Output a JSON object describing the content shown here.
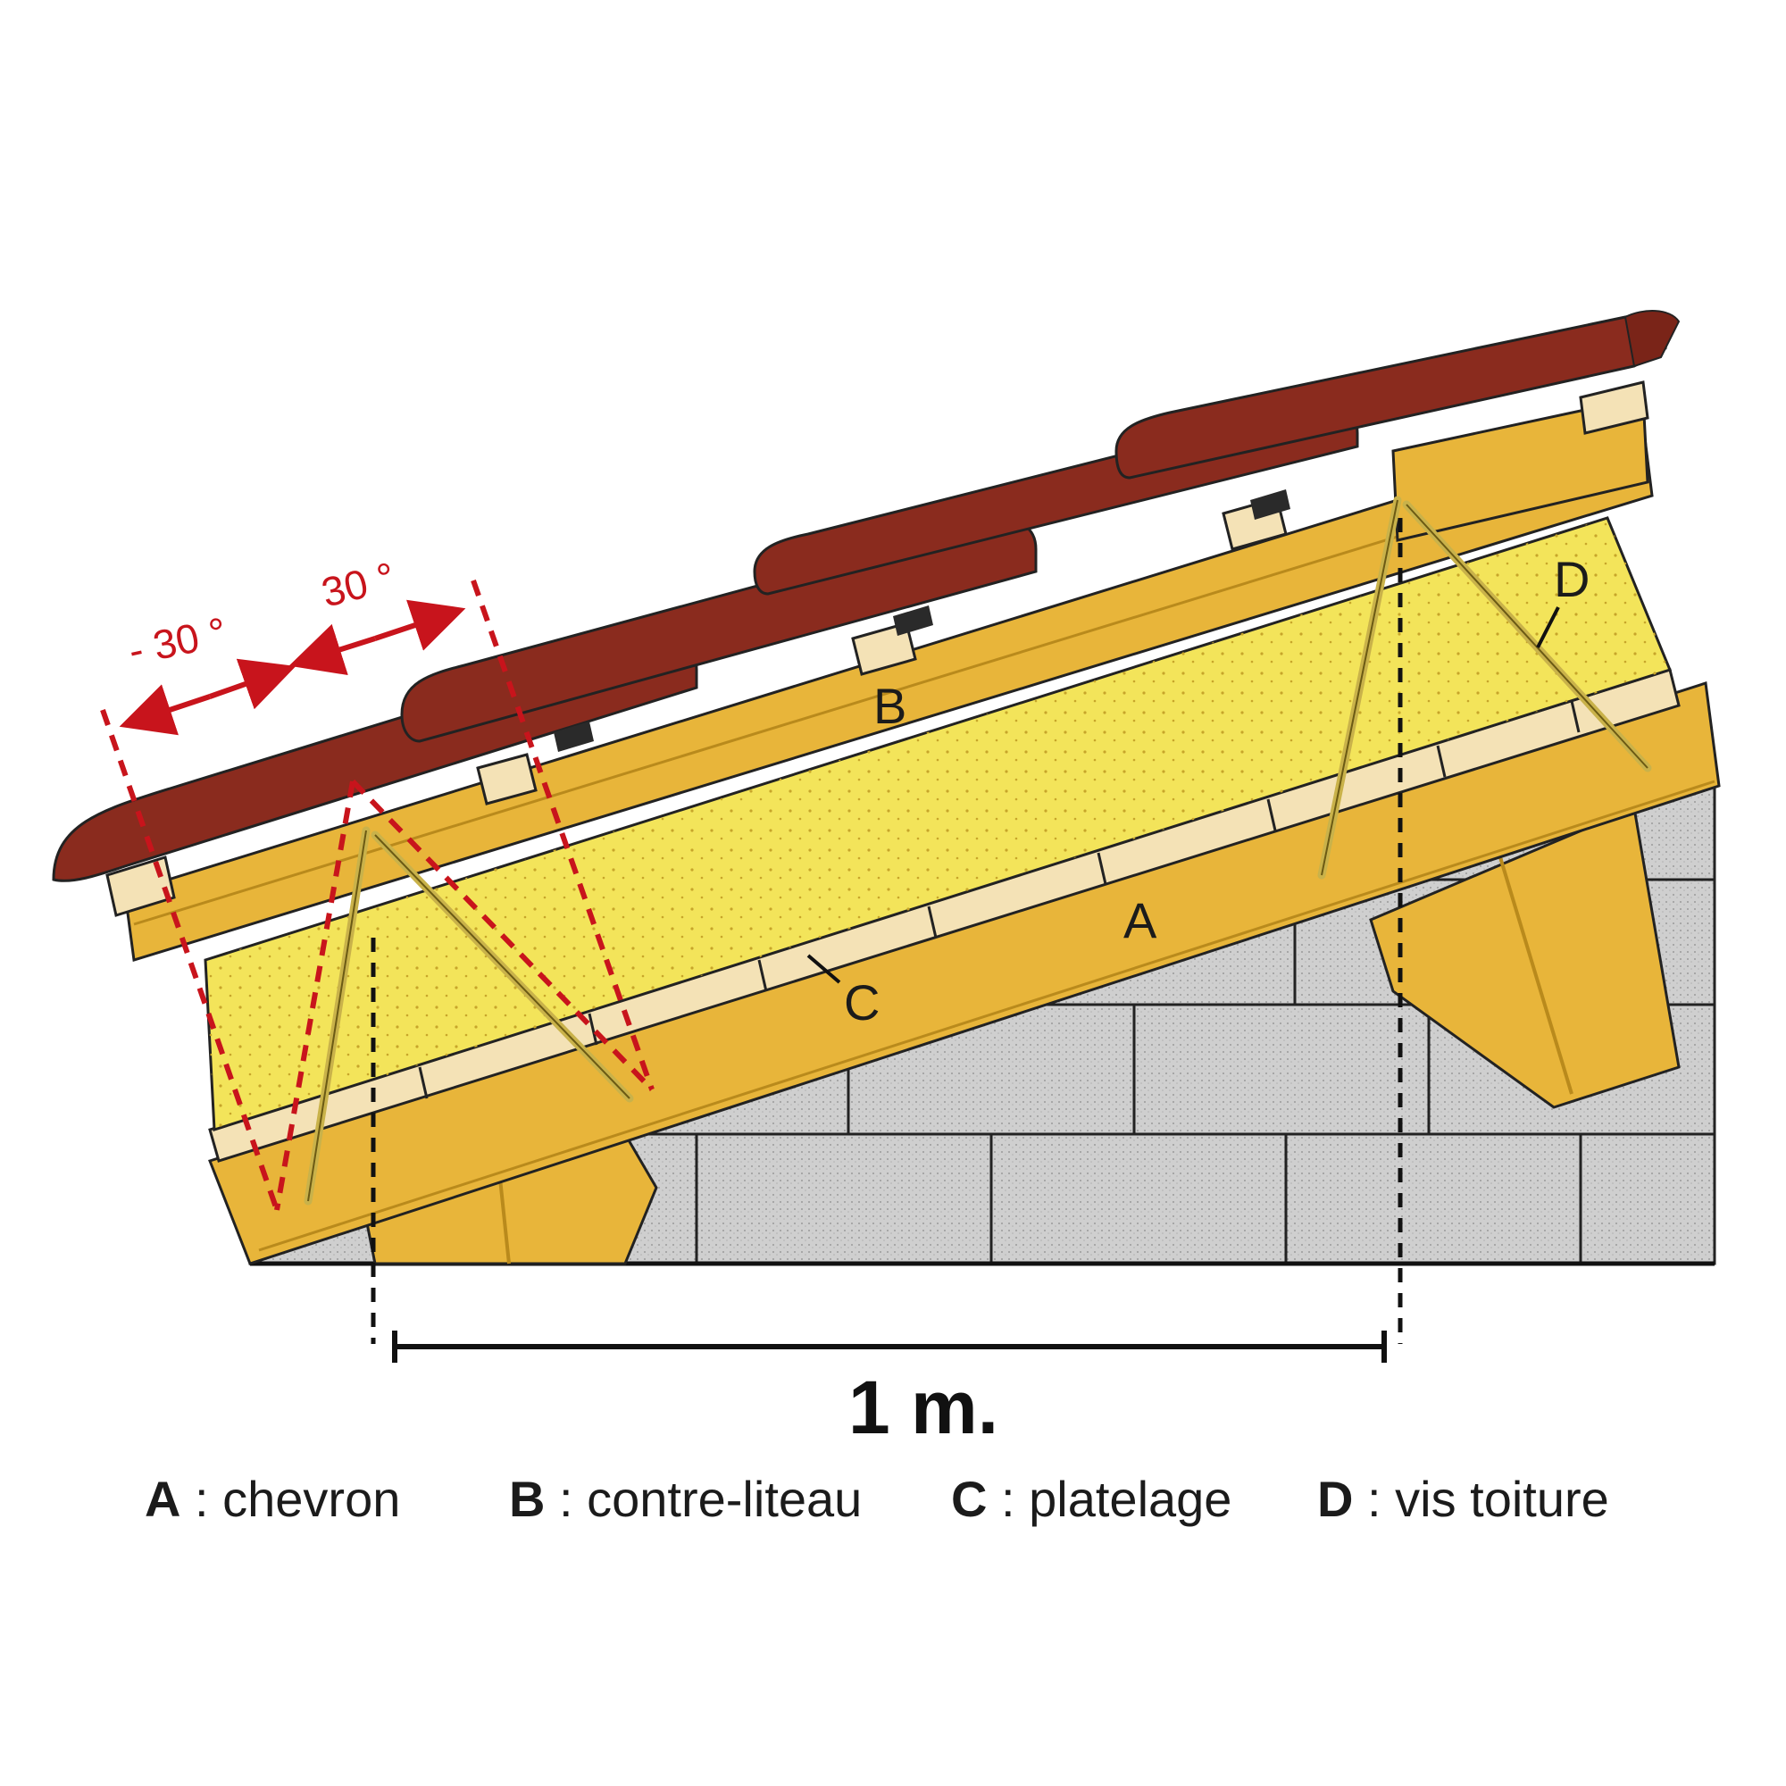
{
  "parts": {
    "A": "A",
    "B": "B",
    "C": "C",
    "D": "D"
  },
  "angles": {
    "negative": "- 30 °",
    "positive": "30 °"
  },
  "scale": {
    "label": "1 m."
  },
  "legend": [
    {
      "key": "A",
      "sep": " : ",
      "value": "chevron"
    },
    {
      "key": "B",
      "sep": " : ",
      "value": "contre-liteau"
    },
    {
      "key": "C",
      "sep": " : ",
      "value": "platelage"
    },
    {
      "key": "D",
      "sep": " : ",
      "value": "vis toiture"
    }
  ],
  "colors": {
    "wood": "#e8b53a",
    "wood_dark": "#b98a1c",
    "insulation": "#f3e45a",
    "tile": "#8a2b1e",
    "tile_dark": "#5e1a10",
    "batten": "#f4e2b6",
    "wall": "#c9c9c9",
    "screw": "#c9b24a",
    "guide": "#c8141c"
  }
}
